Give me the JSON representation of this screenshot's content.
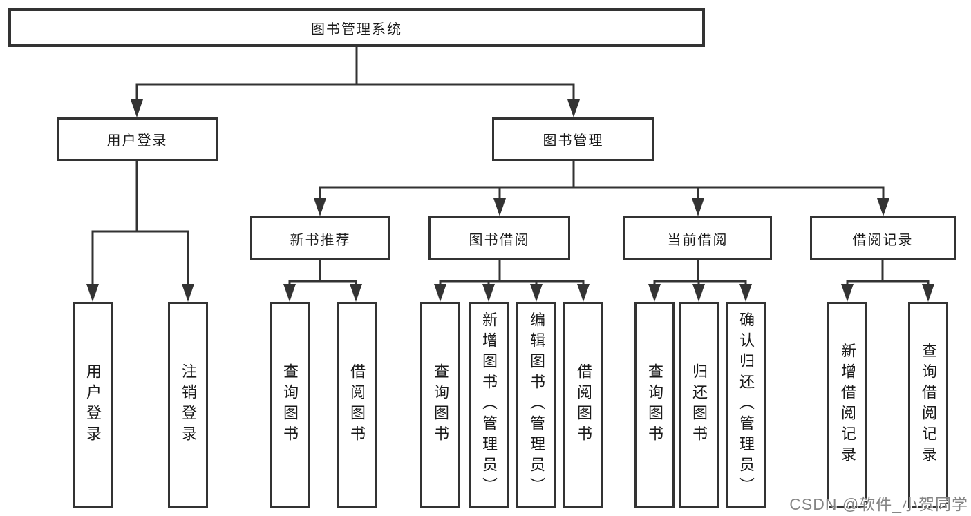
{
  "title": "图书管理系统",
  "colors": {
    "line": "#333333",
    "background": "#ffffff",
    "text": "#1a1a1a",
    "watermark": "#848484"
  },
  "watermark": {
    "text": "CSDN @软件_小贺同学"
  },
  "tree": {
    "root": {
      "label": "图书管理系统"
    },
    "branches": [
      {
        "label": "用户登录",
        "children": [
          {
            "label": "用户登录"
          },
          {
            "label": "注销登录"
          }
        ]
      },
      {
        "label": "图书管理",
        "children": [
          {
            "label": "新书推荐",
            "children": [
              {
                "label": "查询图书"
              },
              {
                "label": "借阅图书"
              }
            ]
          },
          {
            "label": "图书借阅",
            "children": [
              {
                "label": "查询图书"
              },
              {
                "label": "新增图书（管理员）"
              },
              {
                "label": "编辑图书（管理员）"
              },
              {
                "label": "借阅图书"
              }
            ]
          },
          {
            "label": "当前借阅",
            "children": [
              {
                "label": "查询图书"
              },
              {
                "label": "归还图书"
              },
              {
                "label": "确认归还（管理员）"
              }
            ]
          },
          {
            "label": "借阅记录",
            "children": [
              {
                "label": "新增借阅记录"
              },
              {
                "label": "查询借阅记录"
              }
            ]
          }
        ]
      }
    ]
  }
}
